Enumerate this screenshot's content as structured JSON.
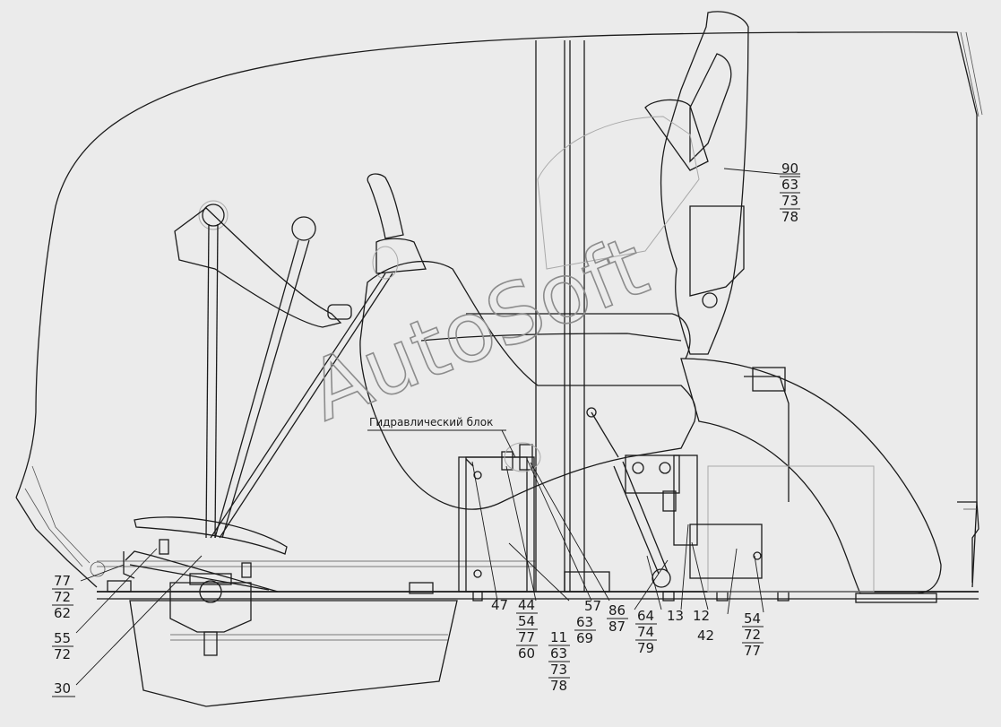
{
  "caption": "Гидравлический блок",
  "watermark": "AutoSoft",
  "labels": [
    {
      "id": "90-group",
      "lines": [
        "90",
        "63",
        "73",
        "78"
      ]
    },
    {
      "id": "77-group",
      "lines": [
        "77",
        "72",
        "62"
      ]
    },
    {
      "id": "55-group",
      "lines": [
        "55",
        "72"
      ]
    },
    {
      "id": "30",
      "lines": [
        "30"
      ]
    },
    {
      "id": "47",
      "lines": [
        "47"
      ]
    },
    {
      "id": "44-group",
      "lines": [
        "44",
        "54",
        "77",
        "60"
      ]
    },
    {
      "id": "11-group",
      "lines": [
        "11",
        "63",
        "73",
        "78"
      ]
    },
    {
      "id": "63-group",
      "lines": [
        "63",
        "69"
      ]
    },
    {
      "id": "57",
      "lines": [
        "57"
      ]
    },
    {
      "id": "86-group",
      "lines": [
        "86",
        "87"
      ]
    },
    {
      "id": "64-group",
      "lines": [
        "64",
        "74",
        "79"
      ]
    },
    {
      "id": "13",
      "lines": [
        "13"
      ]
    },
    {
      "id": "12",
      "lines": [
        "12"
      ]
    },
    {
      "id": "42",
      "lines": [
        "42"
      ]
    },
    {
      "id": "54-group",
      "lines": [
        "54",
        "72",
        "77"
      ]
    }
  ]
}
